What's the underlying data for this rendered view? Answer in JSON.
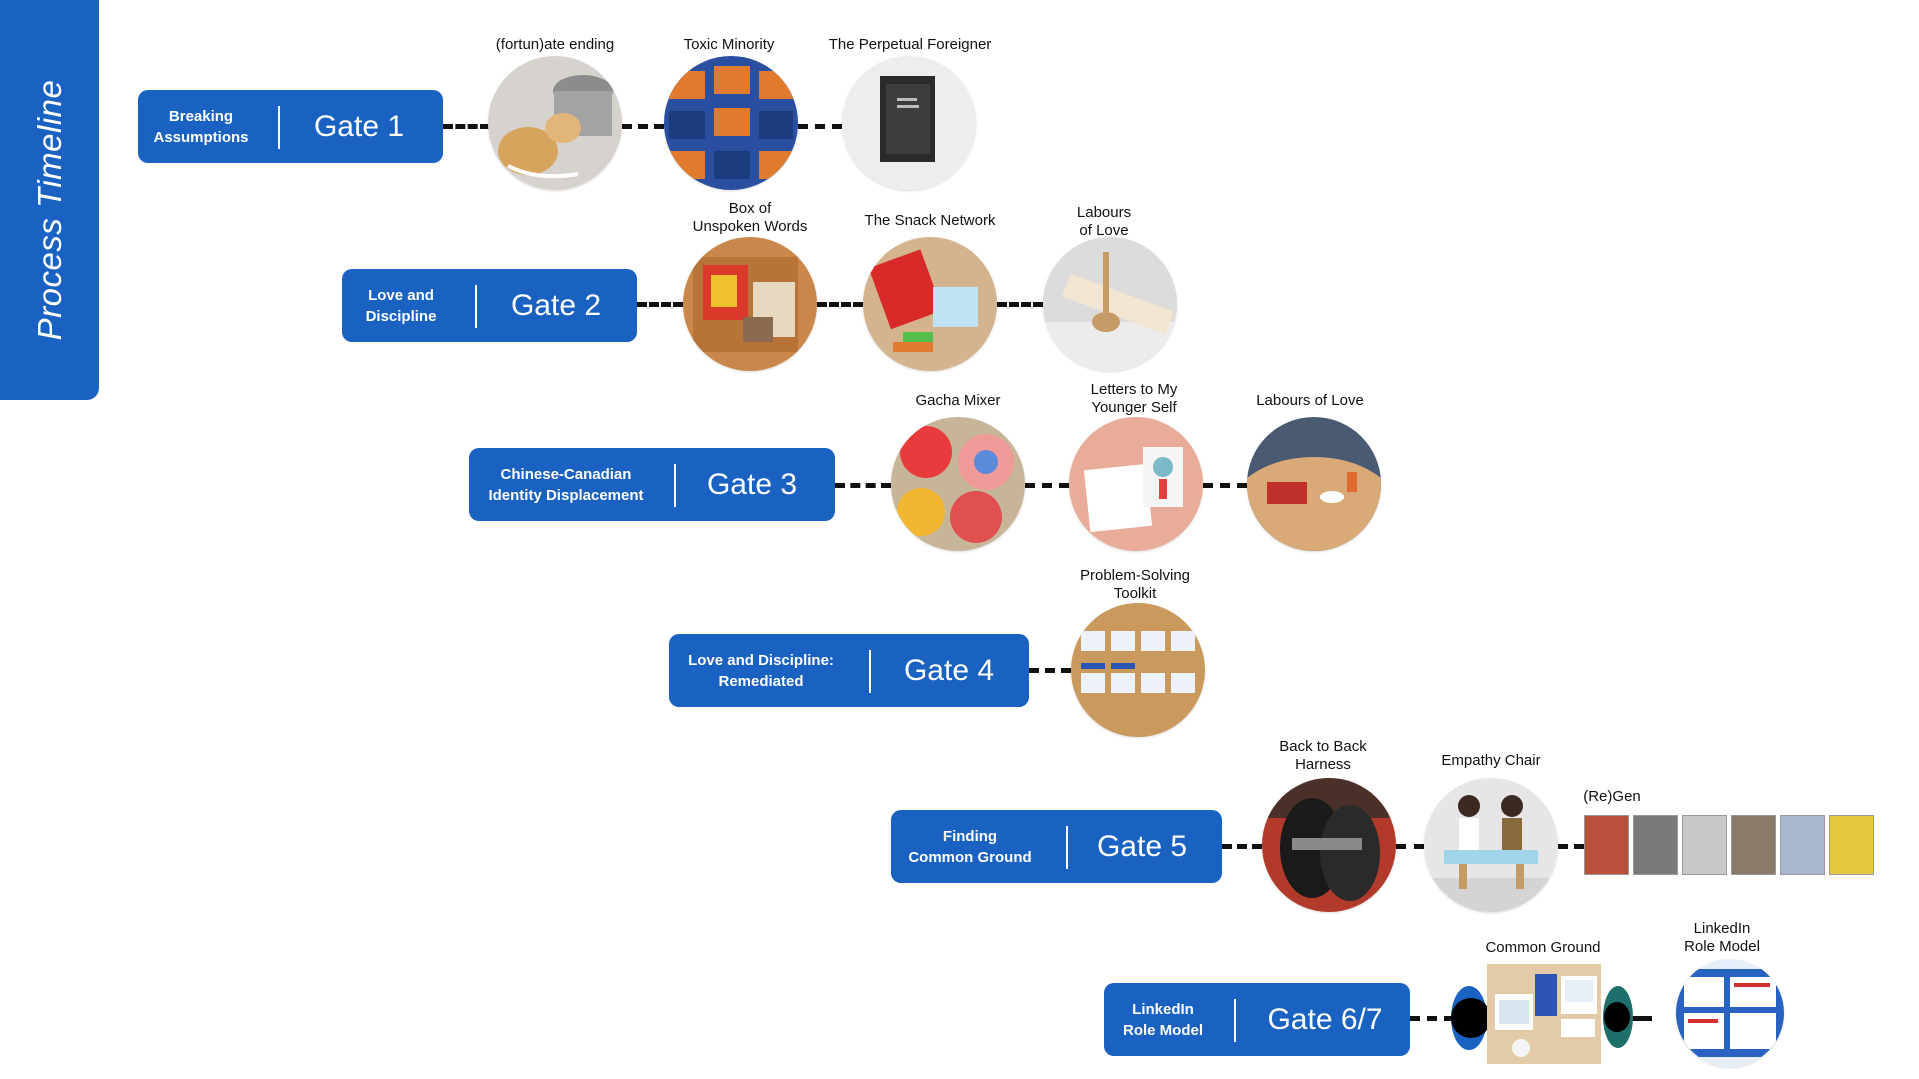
{
  "sidebar": {
    "title": "Process Timeline"
  },
  "gates": [
    {
      "topic": "Breaking\nAssumptions",
      "label": "Gate 1",
      "items": [
        "(fortun)ate ending",
        "Toxic Minority",
        "The Perpetual Foreigner"
      ]
    },
    {
      "topic": "Love and\nDiscipline",
      "label": "Gate 2",
      "items": [
        "Box of\nUnspoken Words",
        "The Snack Network",
        "Labours\nof Love"
      ]
    },
    {
      "topic": "Chinese-Canadian\nIdentity Displacement",
      "label": "Gate 3",
      "items": [
        "Gacha Mixer",
        "Letters to My\nYounger Self",
        "Labours of Love"
      ]
    },
    {
      "topic": "Love and Discipline:\nRemediated",
      "label": "Gate 4",
      "items": [
        "Problem-Solving\nToolkit"
      ]
    },
    {
      "topic": "Finding\nCommon Ground",
      "label": "Gate 5",
      "items": [
        "Back to Back\nHarness",
        "Empathy Chair",
        "(Re)Gen"
      ]
    },
    {
      "topic": "LinkedIn\nRole Model",
      "label": "Gate 6/7",
      "items": [
        "Common Ground",
        "LinkedIn\nRole Model"
      ]
    }
  ],
  "colors": {
    "accent": "#1a62c2",
    "connector": "#111111",
    "background": "#ffffff"
  }
}
